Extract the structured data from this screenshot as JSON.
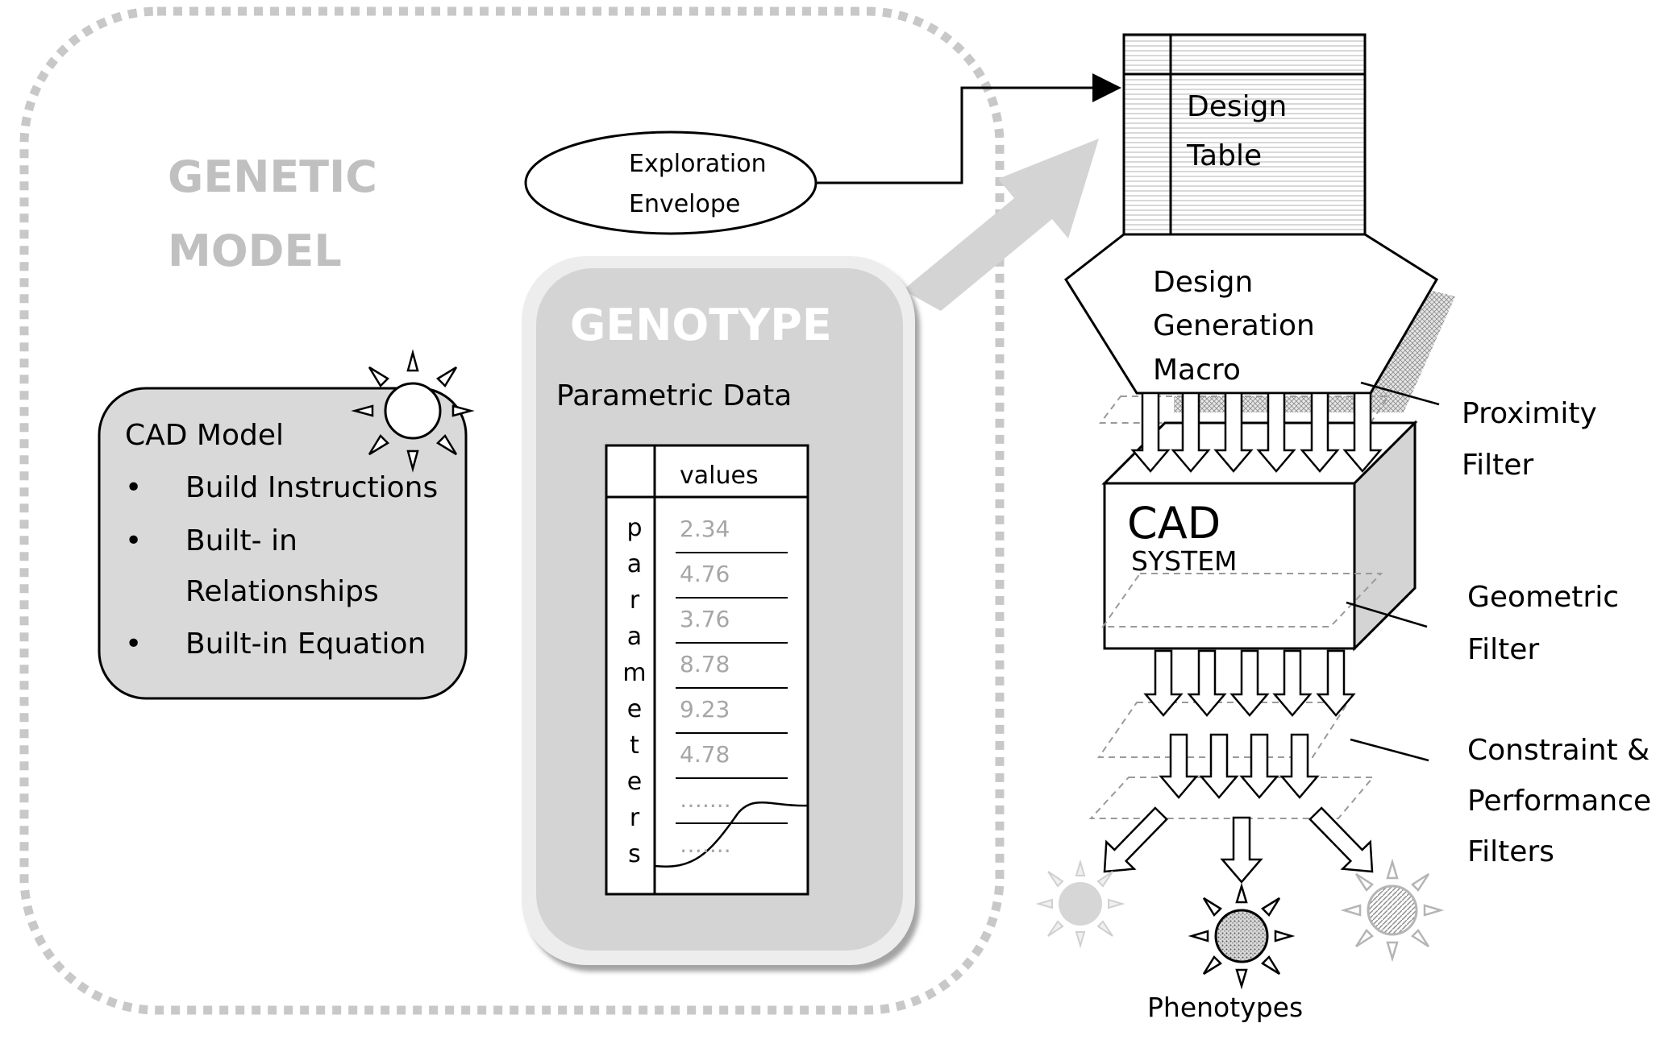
{
  "genetic_model": {
    "line1": "GENETIC",
    "line2": "MODEL"
  },
  "cad_model": {
    "title": "CAD Model",
    "bullet": "•",
    "items": [
      "Build Instructions",
      "Built- in",
      "Relationships",
      "Built-in Equation"
    ]
  },
  "exploration_envelope": {
    "line1": "Exploration",
    "line2": "Envelope"
  },
  "genotype": {
    "title": "GENOTYPE",
    "subtitle": "Parametric Data",
    "table": {
      "header": "values",
      "param_letters": [
        "p",
        "a",
        "r",
        "a",
        "m",
        "e",
        "t",
        "e",
        "r",
        "s"
      ],
      "values": [
        "2.34",
        "4.76",
        "3.76",
        "8.78",
        "9.23",
        "4.78",
        "…....",
        "…...."
      ]
    }
  },
  "design_table": {
    "line1": "Design",
    "line2": "Table"
  },
  "macro": {
    "line1": "Design",
    "line2": "Generation",
    "line3": "Macro"
  },
  "cad_system": {
    "line1": "CAD",
    "line2": "SYSTEM"
  },
  "filters": {
    "proximity": {
      "line1": "Proximity",
      "line2": "Filter"
    },
    "geometric": {
      "line1": "Geometric",
      "line2": "Filter"
    },
    "constraint": {
      "line1": "Constraint &",
      "line2": "Performance",
      "line3": "Filters"
    }
  },
  "phenotypes_label": "Phenotypes",
  "colors": {
    "line": "#000000",
    "light_gray": "#c8c8c8",
    "box_gray": "#d9d9d9",
    "text_gray": "#a6a6a6"
  }
}
